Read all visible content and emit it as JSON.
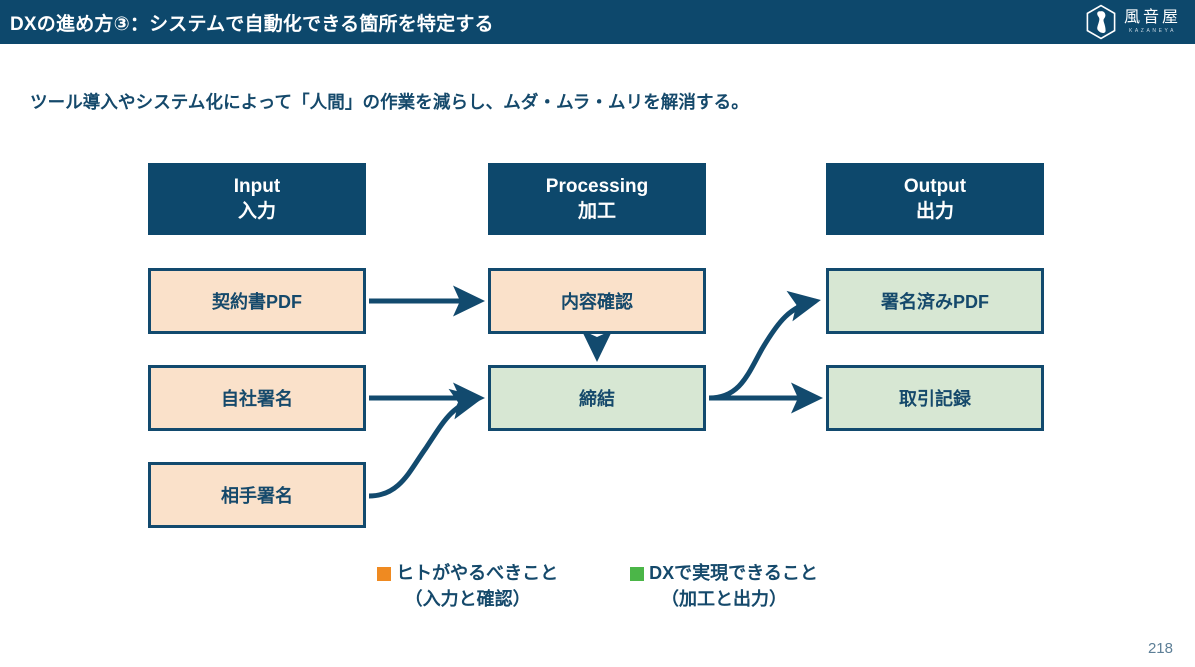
{
  "header": {
    "title": "DXの進め方③：システムで自動化できる箇所を特定する",
    "brand_name": "風音屋",
    "brand_roman": "KAZANEYA",
    "bar_color": "#0d486c",
    "logo_icon": "hexagon-figure-icon"
  },
  "subtitle": "ツール導入やシステム化によって「人間」の作業を減らし、ムダ・ムラ・ムリを解消する。",
  "colors": {
    "navy": "#0d486c",
    "border": "#124a6e",
    "human_fill": "#fae1ca",
    "dx_fill": "#d7e7d3",
    "human_swatch": "#ef8a21",
    "dx_swatch": "#4bb648",
    "text": "#15496b"
  },
  "diagram": {
    "phases": [
      {
        "en": "Input",
        "jp": "入力"
      },
      {
        "en": "Processing",
        "jp": "加工"
      },
      {
        "en": "Output",
        "jp": "出力"
      }
    ],
    "nodes": {
      "input_1": {
        "label": "契約書PDF",
        "category": "human"
      },
      "input_2": {
        "label": "自社署名",
        "category": "human"
      },
      "input_3": {
        "label": "相手署名",
        "category": "human"
      },
      "process_1": {
        "label": "内容確認",
        "category": "human"
      },
      "process_2": {
        "label": "締結",
        "category": "dx"
      },
      "output_1": {
        "label": "署名済みPDF",
        "category": "dx"
      },
      "output_2": {
        "label": "取引記録",
        "category": "dx"
      }
    },
    "connections": [
      {
        "from": "input_1",
        "to": "process_1",
        "style": "straight"
      },
      {
        "from": "process_1",
        "to": "process_2",
        "style": "straight-down"
      },
      {
        "from": "input_2",
        "to": "process_2",
        "style": "straight"
      },
      {
        "from": "input_3",
        "to": "process_2",
        "style": "curved"
      },
      {
        "from": "process_2",
        "to": "output_1",
        "style": "curved"
      },
      {
        "from": "process_2",
        "to": "output_2",
        "style": "straight"
      }
    ]
  },
  "legend": [
    {
      "swatch": "human",
      "line1": "ヒトがやるべきこと",
      "line2": "（入力と確認）"
    },
    {
      "swatch": "dx",
      "line1": "DXで実現できること",
      "line2": "（加工と出力）"
    }
  ],
  "page_number": "218"
}
